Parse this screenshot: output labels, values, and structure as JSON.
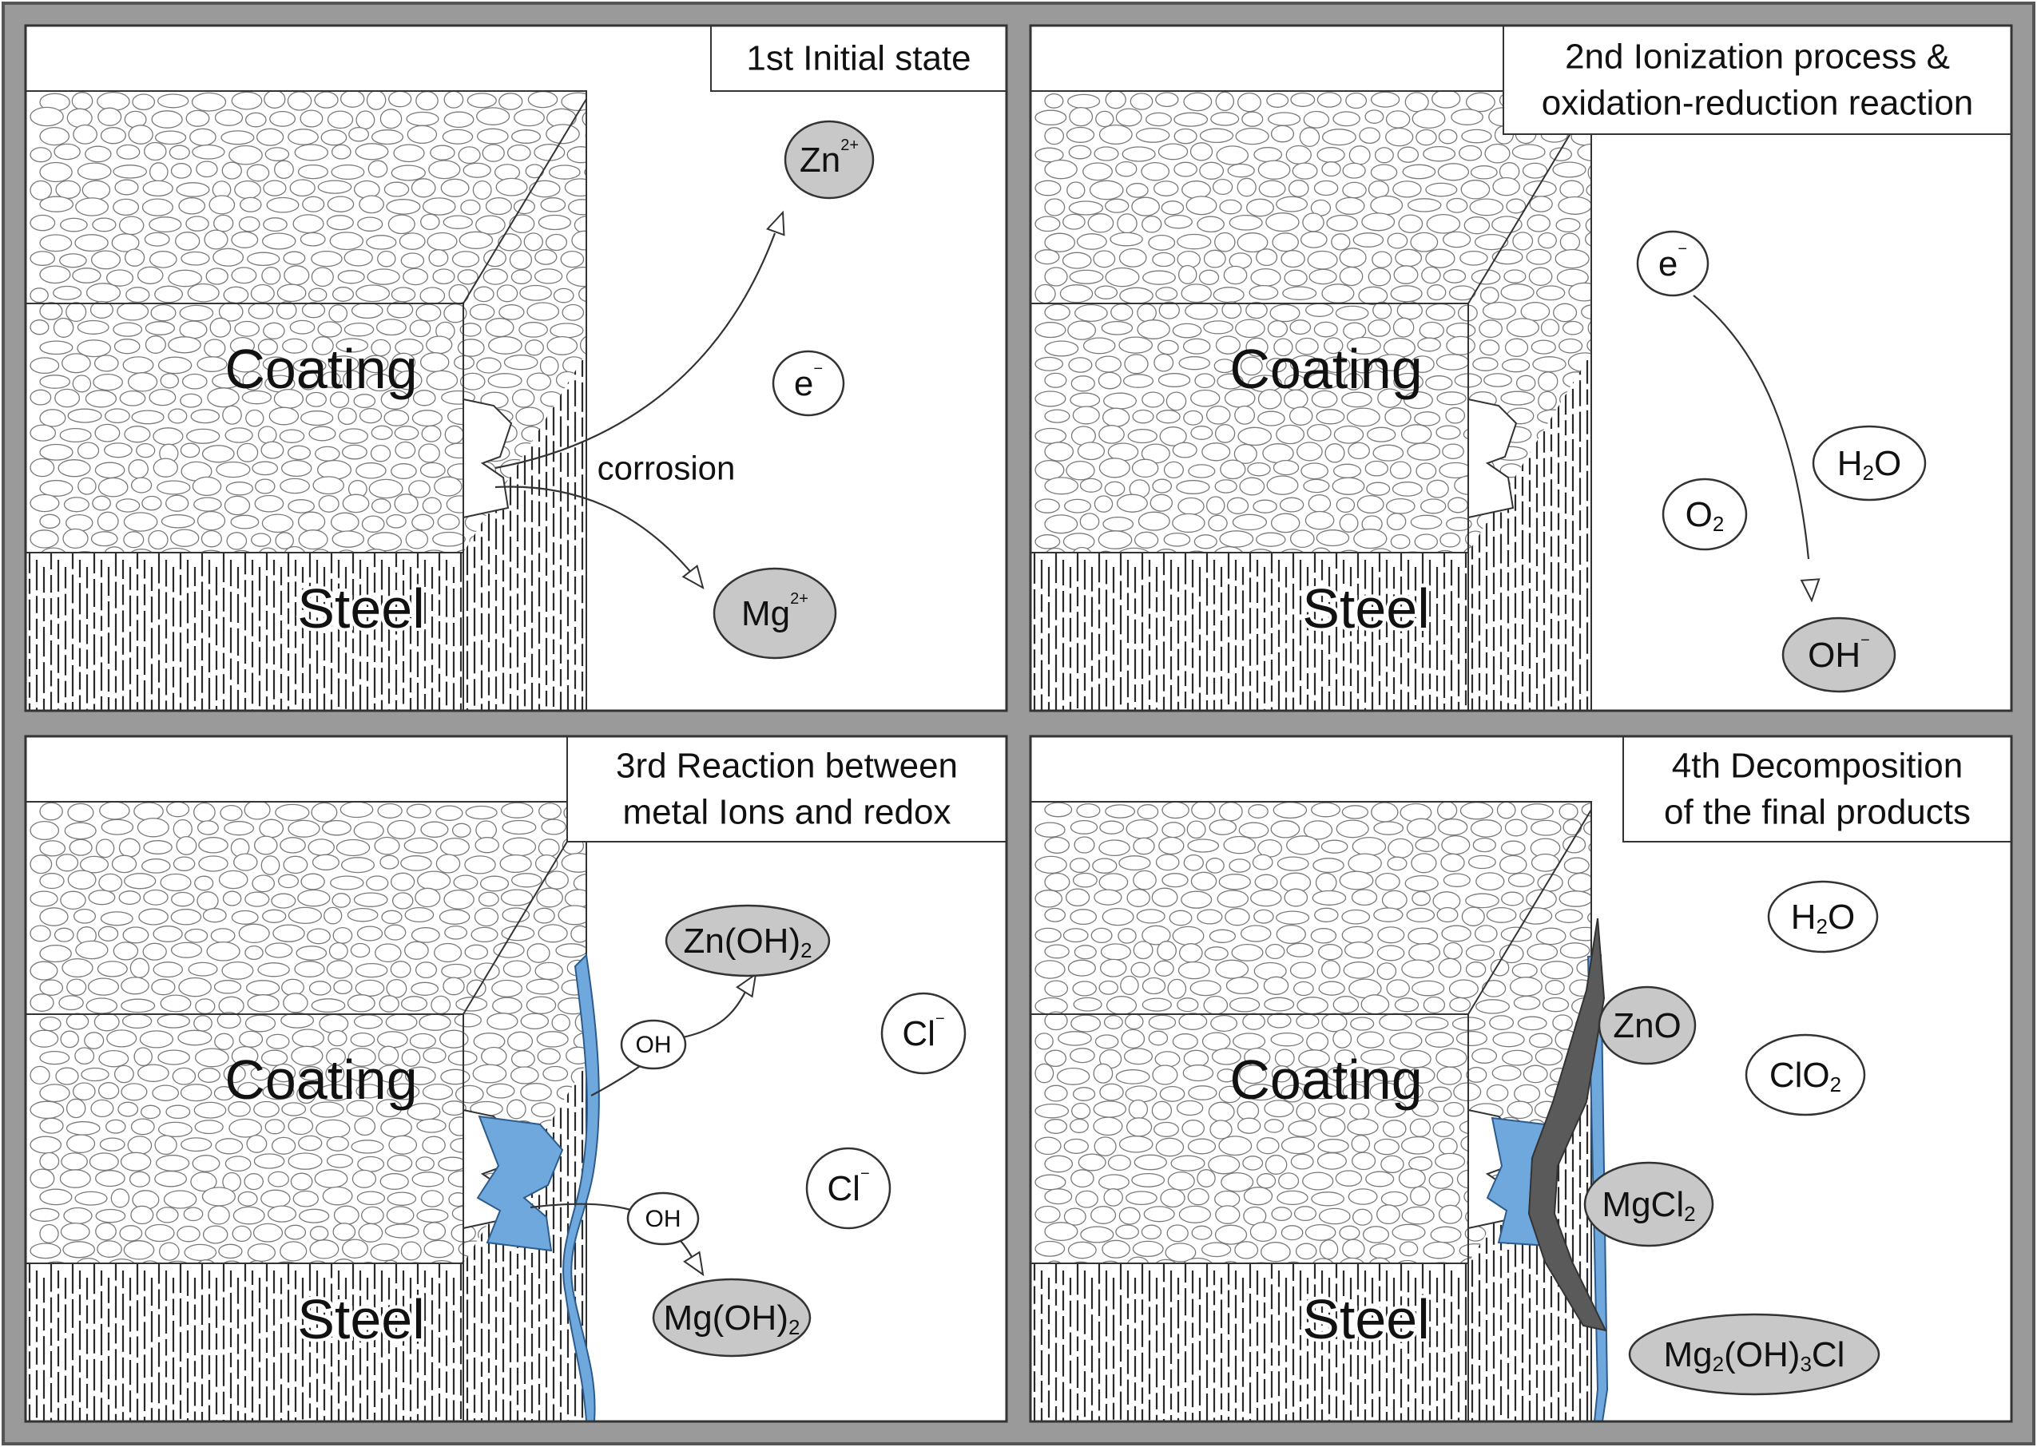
{
  "colors": {
    "background": "#ffffff",
    "panel_border": "#555555",
    "gap_fill": "#9a9a9a",
    "ion_gray": "#c8c8c8",
    "corrosion_text": "#b02a2a",
    "corrosion_blue": "#6fa8dc",
    "deposit_dark": "#5a5a5a"
  },
  "panels": [
    {
      "title_lines": [
        "1st  Initial state"
      ],
      "coating_label": "Coating",
      "steel_label": "Steel",
      "corrosion_label": "corrosion",
      "ions": [
        {
          "base": "Zn",
          "sup": "2+",
          "fill": "gray"
        },
        {
          "base": "e",
          "sup": "−",
          "fill": "white"
        },
        {
          "base": "Mg",
          "sup": "2+",
          "fill": "gray"
        }
      ]
    },
    {
      "title_lines": [
        "2nd  Ionization process &",
        "oxidation-reduction reaction"
      ],
      "coating_label": "Coating",
      "steel_label": "Steel",
      "ions": [
        {
          "base": "e",
          "sup": "−",
          "fill": "white"
        },
        {
          "base": "H",
          "sub": "2",
          "tail": "O",
          "fill": "white"
        },
        {
          "base": "O",
          "sub": "2",
          "fill": "white"
        },
        {
          "base": "OH",
          "sup": "−",
          "fill": "gray"
        }
      ]
    },
    {
      "title_lines": [
        "3rd  Reaction between",
        "metal Ions and redox"
      ],
      "coating_label": "Coating",
      "steel_label": "Steel",
      "ions": [
        {
          "base": "Zn(OH)",
          "sub": "2",
          "fill": "gray"
        },
        {
          "base": "OH",
          "fill": "white"
        },
        {
          "base": "Cl",
          "sup": "−",
          "fill": "white"
        },
        {
          "base": "Cl",
          "sup": "−",
          "fill": "white"
        },
        {
          "base": "OH",
          "fill": "white"
        },
        {
          "base": "Mg(OH)",
          "sub": "2",
          "fill": "gray"
        }
      ]
    },
    {
      "title_lines": [
        "4th  Decomposition",
        "of the final products"
      ],
      "coating_label": "Coating",
      "steel_label": "Steel",
      "ions": [
        {
          "base": "H",
          "sub": "2",
          "tail": "O",
          "fill": "white"
        },
        {
          "base": "ZnO",
          "fill": "gray"
        },
        {
          "base": "ClO",
          "sub": "2",
          "fill": "white"
        },
        {
          "base": "MgCl",
          "sub": "2",
          "fill": "gray"
        },
        {
          "base": "Mg",
          "sub": "2",
          "tail": "(OH)",
          "sub2": "3",
          "tail2": "Cl",
          "fill": "gray"
        }
      ]
    }
  ]
}
